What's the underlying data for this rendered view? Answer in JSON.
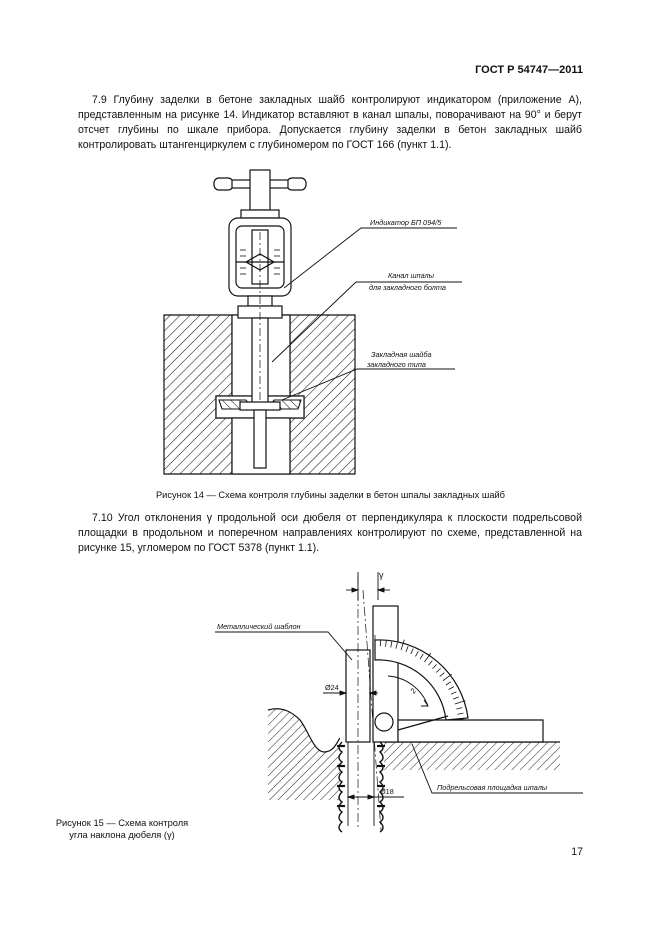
{
  "header": {
    "standard": "ГОСТ Р 54747—2011"
  },
  "section_7_9": {
    "text": "7.9 Глубину заделки в бетоне закладных шайб контролируют индикатором (приложение А), представленным на рисунке 14. Индикатор вставляют в канал шпалы, поворачивают на 90° и берут отсчет глубины по шкале прибора. Допускается глубину заделки в бетон закладных шайб контролировать штангенциркулем с глубиномером по ГОСТ 166 (пункт 1.1)."
  },
  "figure14": {
    "labels": {
      "indicator": "Индикатор БП 094/5",
      "channel_line1": "Канал шпалы",
      "channel_line2": "для закладного болта",
      "washer_line1": "Закладная шайба",
      "washer_line2": "закладного типа"
    },
    "caption": "Рисунок 14 — Схема контроля глубины заделки в бетон шпалы закладных шайб"
  },
  "section_7_10": {
    "text": "7.10 Угол отклонения γ продольной оси дюбеля от перпендикуляра к плоскости подрельсовой площадки в продольном и поперечном направлениях контролируют по схеме, представленной на рисунке 15, угломером по ГОСТ 5378 (пункт 1.1)."
  },
  "figure15": {
    "labels": {
      "gamma": "γ",
      "template": "Металлический шаблон",
      "d24": "Ø24",
      "d18": "Ø18",
      "angle_mark": "2",
      "platform": "Подрельсовая площадка шпалы"
    },
    "caption_line1": "Рисунок 15 — Схема контроля",
    "caption_line2": "угла наклона дюбеля (γ)"
  },
  "page_number": "17"
}
